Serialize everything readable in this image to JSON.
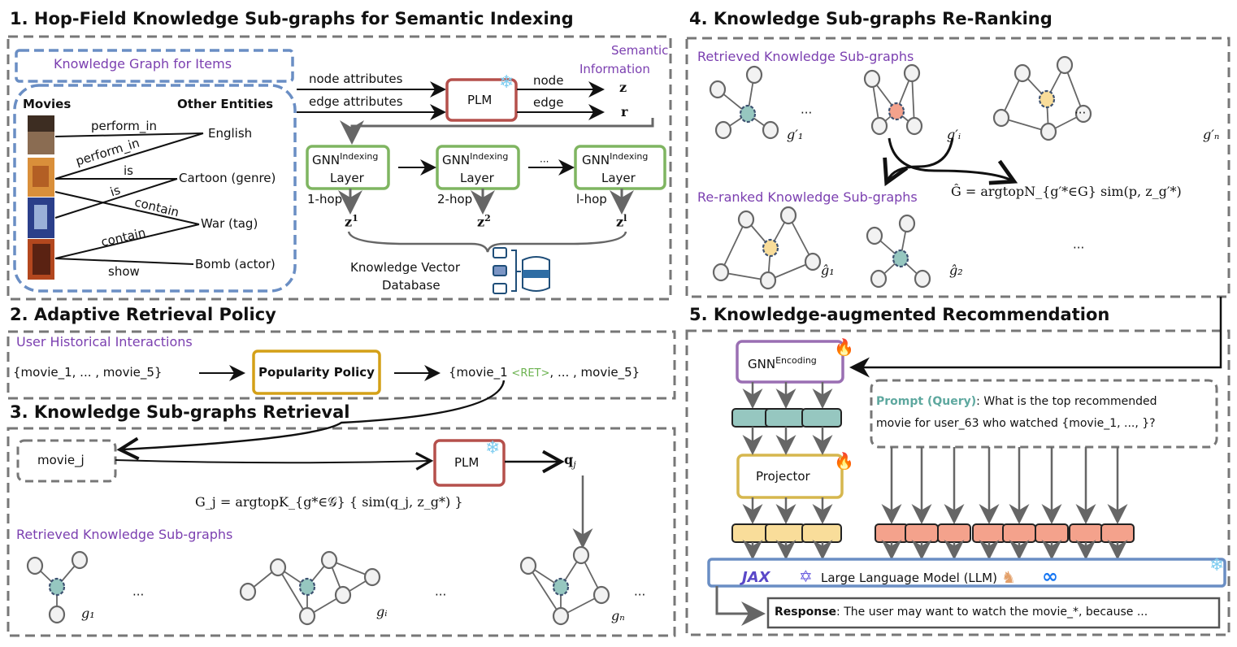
{
  "sections": {
    "s1": {
      "title": "1. Hop-Field Knowledge Sub-graphs for Semantic Indexing"
    },
    "s2": {
      "title": "2. Adaptive Retrieval Policy"
    },
    "s3": {
      "title": "3. Knowledge Sub-graphs Retrieval"
    },
    "s4": {
      "title": "4. Knowledge Sub-graphs Re-Ranking"
    },
    "s5": {
      "title": "5. Knowledge-augmented Recommendation"
    }
  },
  "kg": {
    "box_title": "Knowledge Graph for Items",
    "movies_header": "Movies",
    "entities_header": "Other Entities",
    "entities": [
      "English",
      "Cartoon (genre)",
      "War (tag)",
      "Bomb (actor)"
    ],
    "relations": [
      "perform_in",
      "perform_in",
      "is",
      "is",
      "contain",
      "contain",
      "show"
    ]
  },
  "indexing": {
    "semantic_info": [
      "Semantic",
      "Information"
    ],
    "node_attributes": "node attributes",
    "edge_attributes": "edge attributes",
    "plm": "PLM",
    "node": "node",
    "edge": "edge",
    "z": "z",
    "r": "r",
    "gnn": "GNN",
    "gnn_sup": "Indexing",
    "layer": "Layer",
    "hops": [
      "1-hop",
      "2-hop",
      "l-hop"
    ],
    "z_sups": [
      "1",
      "2",
      "l"
    ],
    "ellipsis": "···",
    "db_label": [
      "Knowledge Vector",
      "Database"
    ]
  },
  "policy": {
    "label": "User Historical Interactions",
    "input": "{movie_1,  ... , movie_5}",
    "policy": "Popularity Policy",
    "output_prefix": "{movie_1 ",
    "ret_token": "<RET>",
    "output_suffix": ",  ... , movie_5}"
  },
  "retrieval": {
    "movie": "movie_j",
    "plm": "PLM",
    "q": "q",
    "q_sub": "j",
    "formula": "G_j = argtopK_{g*∈𝒢} { sim(q_j, z_g*) }",
    "label": "Retrieved Knowledge Sub-graphs",
    "graphs": [
      "g₁",
      "gᵢ",
      "gₙ"
    ],
    "ellipsis": "···"
  },
  "reranking": {
    "retrieved_label": "Retrieved Knowledge Sub-graphs",
    "reranked_label": "Re-ranked Knowledge Sub-graphs",
    "graphs": [
      "g′₁",
      "g′ᵢ",
      "g′ₙ"
    ],
    "reranked_graphs": [
      "ĝ₁",
      "ĝ₂"
    ],
    "formula": "Ĝ = argtopN_{g′*∈G} sim(p, z_g′*)",
    "ellipsis": "···"
  },
  "recommendation": {
    "gnn": "GNN",
    "gnn_sup": "Encoding",
    "projector": "Projector",
    "prompt_label": "Prompt (Query)",
    "prompt_line1": ": What is the top recommended",
    "prompt_line2": "movie for user_63 who watched {movie_1, ..., }?",
    "llm": "Large Language Model (LLM)",
    "response_label": "Response",
    "response_text": ": The user may want to watch the movie_*, because ..."
  },
  "colors": {
    "teal": "#96c7c0",
    "salmon": "#f4a28c",
    "yellow": "#f9dd9a",
    "plm_red": "#b5504c",
    "gnn_green": "#7fb561",
    "policy_gold": "#d4a017",
    "purple": "#7b3fb0",
    "kg_blue": "#6a8ec4"
  }
}
